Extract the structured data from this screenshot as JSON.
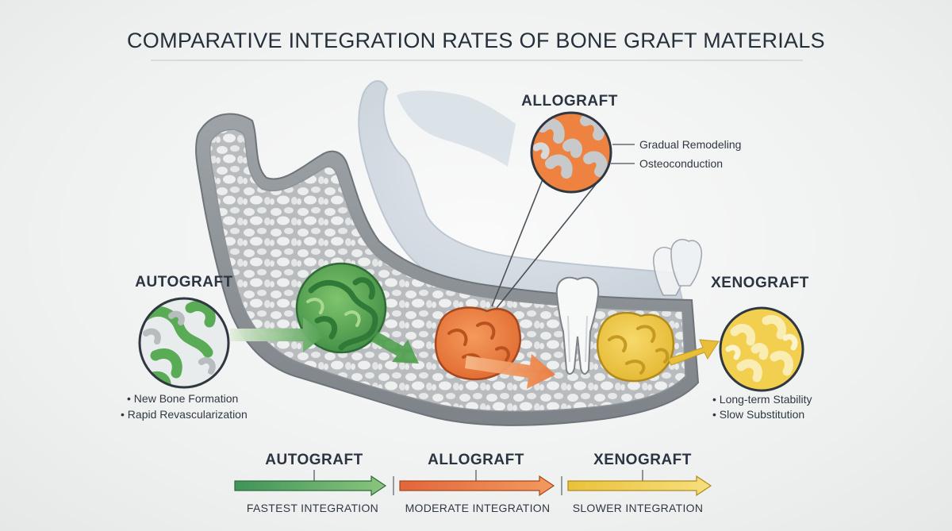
{
  "title": "COMPARATIVE INTEGRATION RATES OF BONE GRAFT MATERIALS",
  "grafts": {
    "autograft": {
      "label": "AUTOGRAFT",
      "notes": [
        "• New Bone Formation",
        "• Rapid Revascularization"
      ],
      "color": "#6bb35a"
    },
    "allograft": {
      "label": "ALLOGRAFT",
      "notes": [
        "Gradual Remodeling",
        "Osteoconduction"
      ],
      "color": "#ef8a45"
    },
    "xenograft": {
      "label": "XENOGRAFT",
      "notes": [
        "• Long-term Stability",
        "• Slow Substitution"
      ],
      "color": "#f2cc4a"
    }
  },
  "timeline": [
    {
      "label": "AUTOGRAFT",
      "caption": "FASTEST INTEGRATION",
      "color": "#5aa35a",
      "rank": 1
    },
    {
      "label": "ALLOGRAFT",
      "caption": "MODERATE INTEGRATION",
      "color": "#e8763f",
      "rank": 2
    },
    {
      "label": "XENOGRAFT",
      "caption": "SLOWER INTEGRATION",
      "color": "#eccb3f",
      "rank": 3
    }
  ]
}
